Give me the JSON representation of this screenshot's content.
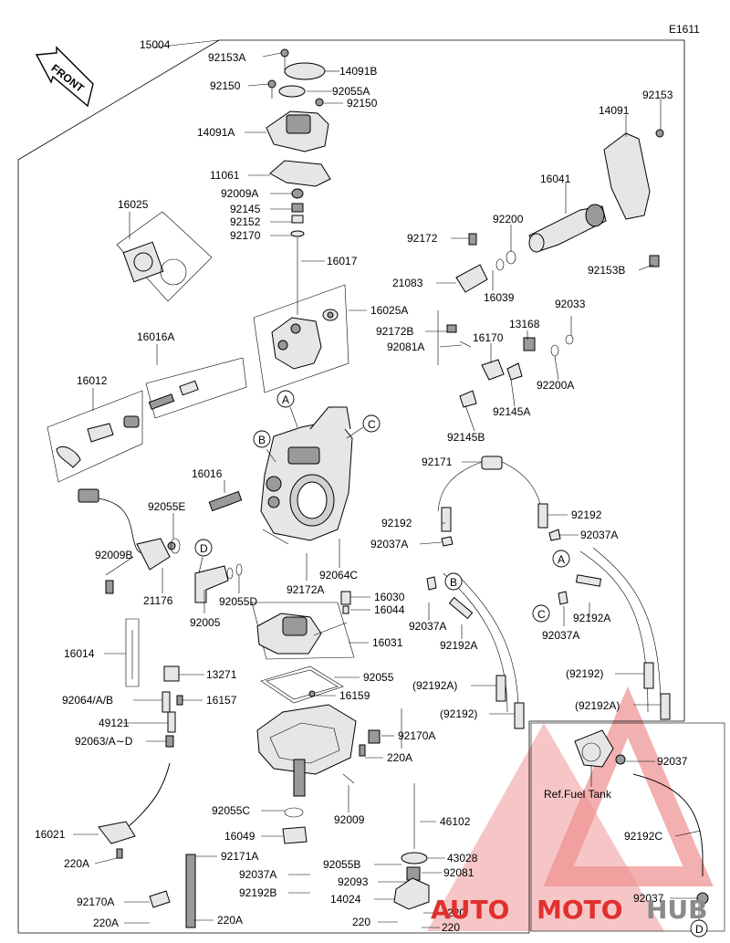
{
  "diagram_code": "E1611",
  "front_label": "FRONT",
  "ref_note": "Ref.Fuel Tank",
  "watermark": {
    "part1": "AUTO",
    "part2": "MOTO",
    "part3": "HUB",
    "color": "#e03030",
    "hub_color": "#8a8a8a"
  },
  "markers": {
    "a": "A",
    "b": "B",
    "c": "C",
    "d": "D"
  },
  "labels": {
    "l15004": "15004",
    "l92153A": "92153A",
    "l14091B": "14091B",
    "l92150a": "92150",
    "l92055A": "92055A",
    "l92150b": "92150",
    "l14091A": "14091A",
    "l11061": "11061",
    "l92009A": "92009A",
    "l92145": "92145",
    "l92152": "92152",
    "l92170": "92170",
    "l16025": "16025",
    "l16017": "16017",
    "l16025A": "16025A",
    "l16016A": "16016A",
    "l16012": "16012",
    "l16016": "16016",
    "l92055E": "92055E",
    "l92009B": "92009B",
    "l21176": "21176",
    "l92005": "92005",
    "l92055D": "92055D",
    "l92172A": "92172A",
    "l92064C": "92064C",
    "l16030": "16030",
    "l16044": "16044",
    "l16031": "16031",
    "l16014": "16014",
    "l13271": "13271",
    "l92064ABB": "92064/A/B",
    "l16157": "16157",
    "l49121": "49121",
    "l92063AD": "92063/A∼D",
    "l92055": "92055",
    "l16159": "16159",
    "l92170A_r": "92170A",
    "l220A_r": "220A",
    "l16021": "16021",
    "l220A_l": "220A",
    "l92055C": "92055C",
    "l16049": "16049",
    "l92171A": "92171A",
    "l92037A_b": "92037A",
    "l92192B": "92192B",
    "l92170A_b": "92170A",
    "l220A_b1": "220A",
    "l220A_b2": "220A",
    "l92009": "92009",
    "l46102": "46102",
    "l92055B": "92055B",
    "l43028": "43028",
    "l92093": "92093",
    "l92081": "92081",
    "l14024": "14024",
    "l220_a": "220",
    "l220_b": "220",
    "l220_c": "220",
    "l92153": "92153",
    "l14091": "14091",
    "l16041": "16041",
    "l92200": "92200",
    "l92172": "92172",
    "l21083": "21083",
    "l16039": "16039",
    "l92153B": "92153B",
    "l92033": "92033",
    "l92172B": "92172B",
    "l13168": "13168",
    "l92081A": "92081A",
    "l16170": "16170",
    "l92200A": "92200A",
    "l92145A": "92145A",
    "l92145B": "92145B",
    "l92171": "92171",
    "l92192_a": "92192",
    "l92192_b": "92192",
    "l92037A_a": "92037A",
    "l92037A_c": "92037A",
    "l92037A_d": "92037A",
    "l92192A_a": "92192A",
    "l92192A_b": "92192A",
    "l92192A_c": "(92192A)",
    "l92192_c": "(92192)",
    "l92192_d": "(92192)",
    "l92192A_d": "(92192A)",
    "l92037_a": "92037",
    "l92192C": "92192C",
    "l92037_b": "92037"
  }
}
